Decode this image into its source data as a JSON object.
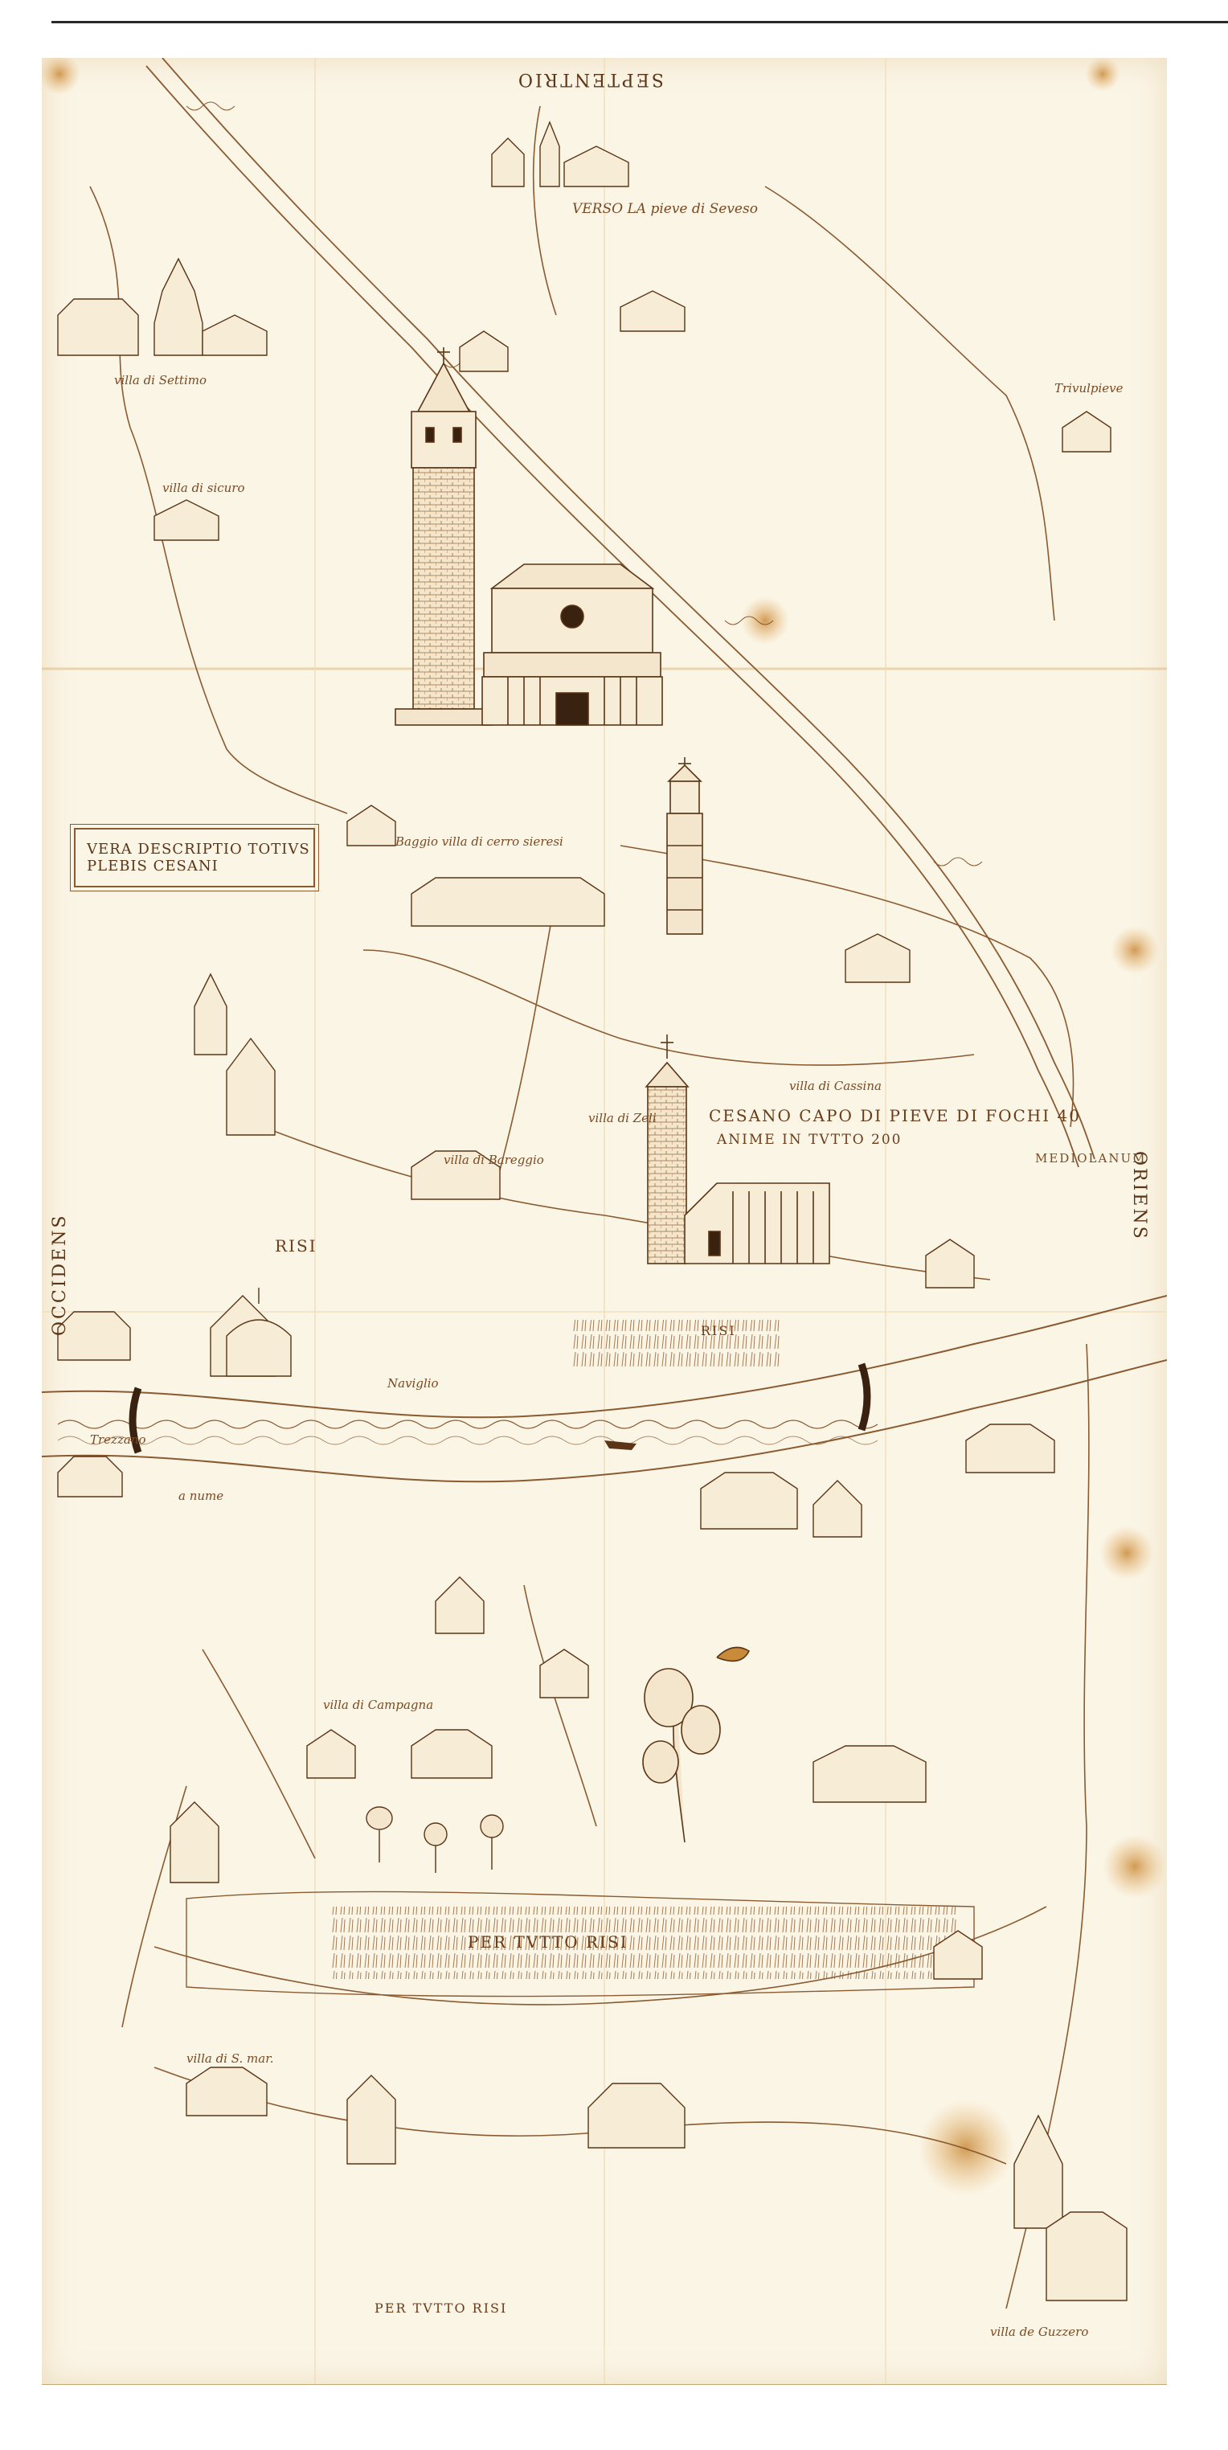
{
  "map": {
    "title_line1": "VERA DESCRIPTIO TOTIVS",
    "title_line2": "PLEBIS CESANI",
    "compass": {
      "north": "SEPTENTRIO",
      "west": "OCCIDENS",
      "east": "ORIENS"
    },
    "central_label_line1": "CESANO CAPO DI PIEVE DI FOCHI 40",
    "central_label_line2": "ANIME IN TVTTO 200",
    "fields": {
      "risi_west": "RISI",
      "risi_center": "RISI",
      "per_tutto_risi_mid": "PER TVTTO RISI",
      "per_tutto_risi_bottom": "PER TVTTO RISI"
    },
    "places": {
      "verso_pieve": "VERSO LA pieve di Seveso",
      "villa_settimo": "villa di Settimo",
      "villa_sicuro": "villa di sicuro",
      "trivulpieve": "Trivulpieve",
      "mediolanum": "MEDIOLANUM",
      "villa_cassina": "villa di Cassina",
      "villa_baggio": "Baggio villa di cerro sieresi",
      "villa_zeli": "villa di Zeli",
      "villa_di_bareggio": "villa di Bareggio",
      "villa_campagna": "villa di Campagna",
      "trezzano": "Trezzano",
      "naviglio": "Naviglio",
      "a_nume": "a nume",
      "villa_di_s_mar": "villa di S. mar.",
      "villa_de_guzzero": "villa de Guzzero"
    }
  }
}
